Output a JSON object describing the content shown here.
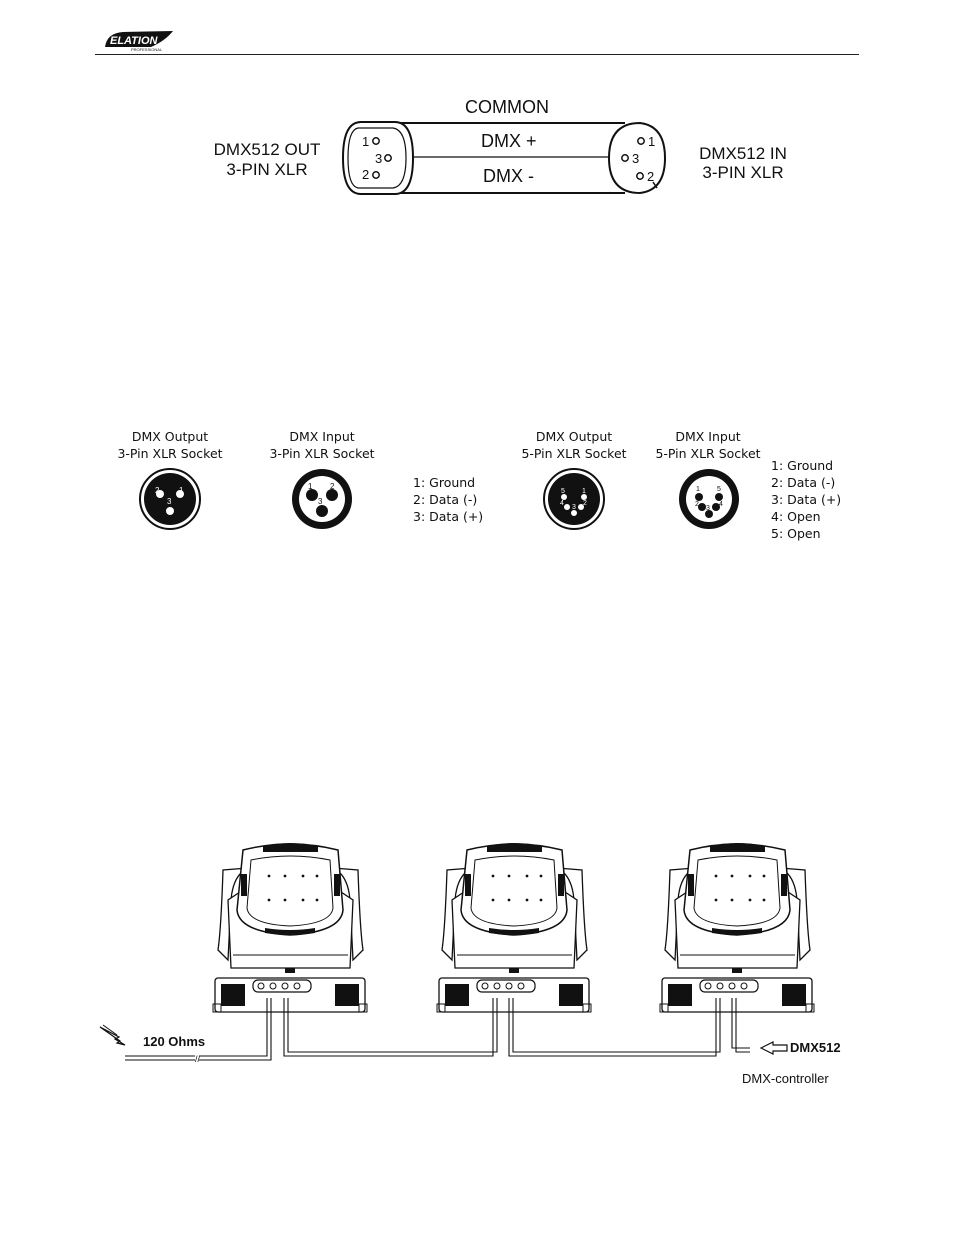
{
  "header": {
    "logo_text": "ELATION",
    "logo_subtext": "PROFESSIONAL"
  },
  "xlr_wiring": {
    "common_label": "COMMON",
    "dmx_plus_label": "DMX +",
    "dmx_minus_label": "DMX -",
    "out_label_line1": "DMX512 OUT",
    "out_label_line2": "3-PIN XLR",
    "in_label_line1": "DMX512 IN",
    "in_label_line2": "3-PIN XLR",
    "out_pins": [
      "1",
      "3",
      "2"
    ],
    "in_pins": [
      "1",
      "3",
      "2"
    ]
  },
  "sockets": {
    "out3_line1": "DMX Output",
    "out3_line2": "3-Pin XLR Socket",
    "in3_line1": "DMX Input",
    "in3_line2": "3-Pin XLR Socket",
    "out5_line1": "DMX Output",
    "out5_line2": "5-Pin XLR Socket",
    "in5_line1": "DMX Input",
    "in5_line2": "5-Pin XLR Socket",
    "pins3": [
      "1: Ground",
      "2: Data (-)",
      "3: Data (+)"
    ],
    "pins5": [
      "1: Ground",
      "2: Data (-)",
      "3: Data (+)",
      "4: Open",
      "5: Open"
    ],
    "out3_pin_numbers": [
      "2",
      "1",
      "3"
    ],
    "in3_pin_numbers": [
      "1",
      "2",
      "3"
    ],
    "out5_pin_numbers": [
      "5",
      "1",
      "4",
      "2",
      "3"
    ],
    "in5_pin_numbers": [
      "1",
      "5",
      "2",
      "4",
      "3"
    ]
  },
  "daisy_chain": {
    "terminator_label": "120 Ohms",
    "input_label": "DMX512",
    "controller_label": "DMX-controller"
  }
}
